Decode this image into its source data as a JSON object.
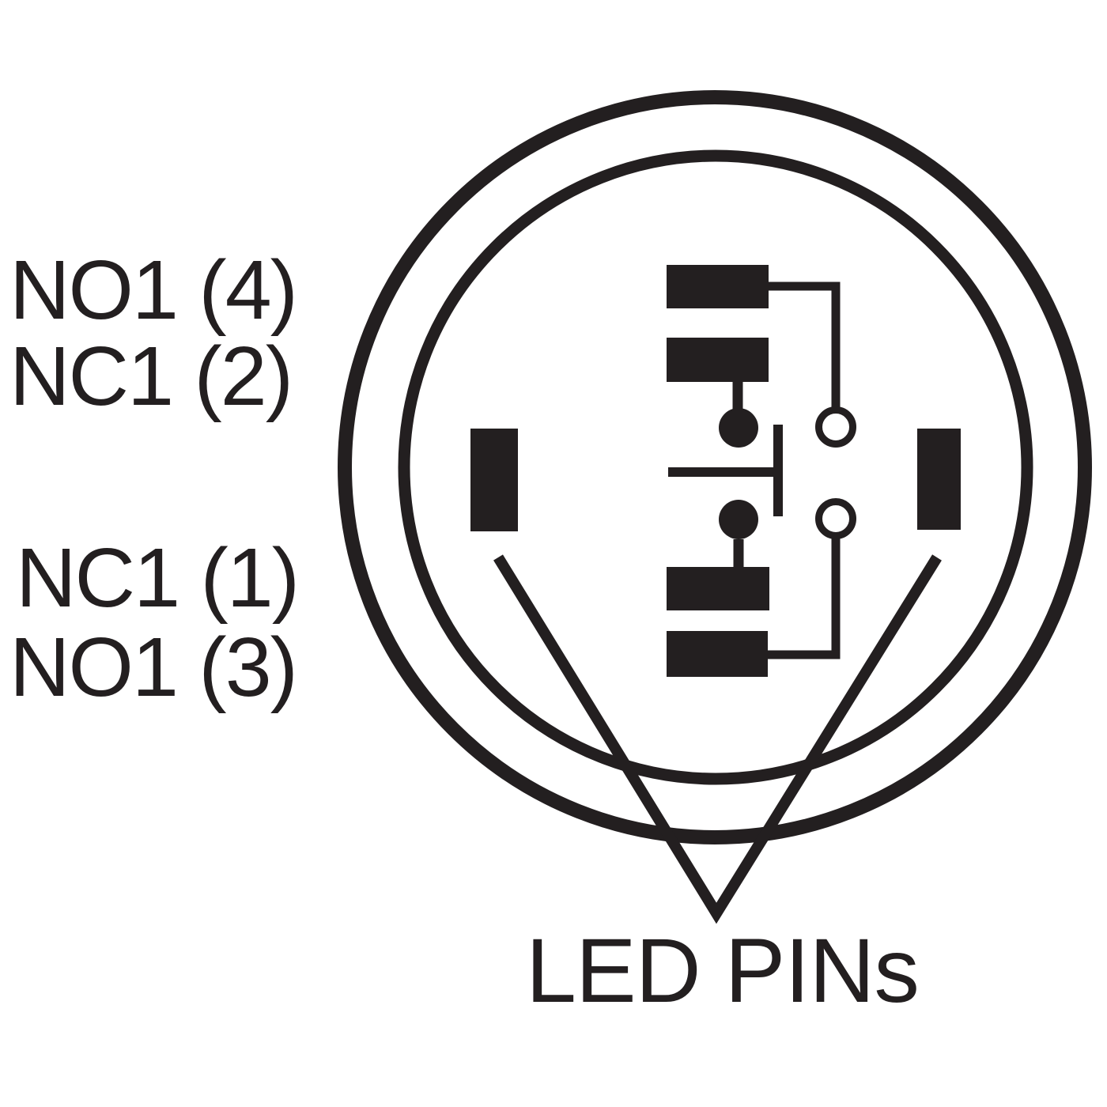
{
  "diagram": {
    "title": "push-button switch rear pinout",
    "labels": {
      "top_left": [
        "NO1 (4)",
        "NC1 (2)"
      ],
      "bottom_left": [
        "NC1 (1)",
        "NO1 (3)"
      ],
      "bottom_caption": "LED PINs"
    },
    "colors": {
      "ink": "#231f20",
      "background": "#ffffff"
    }
  }
}
